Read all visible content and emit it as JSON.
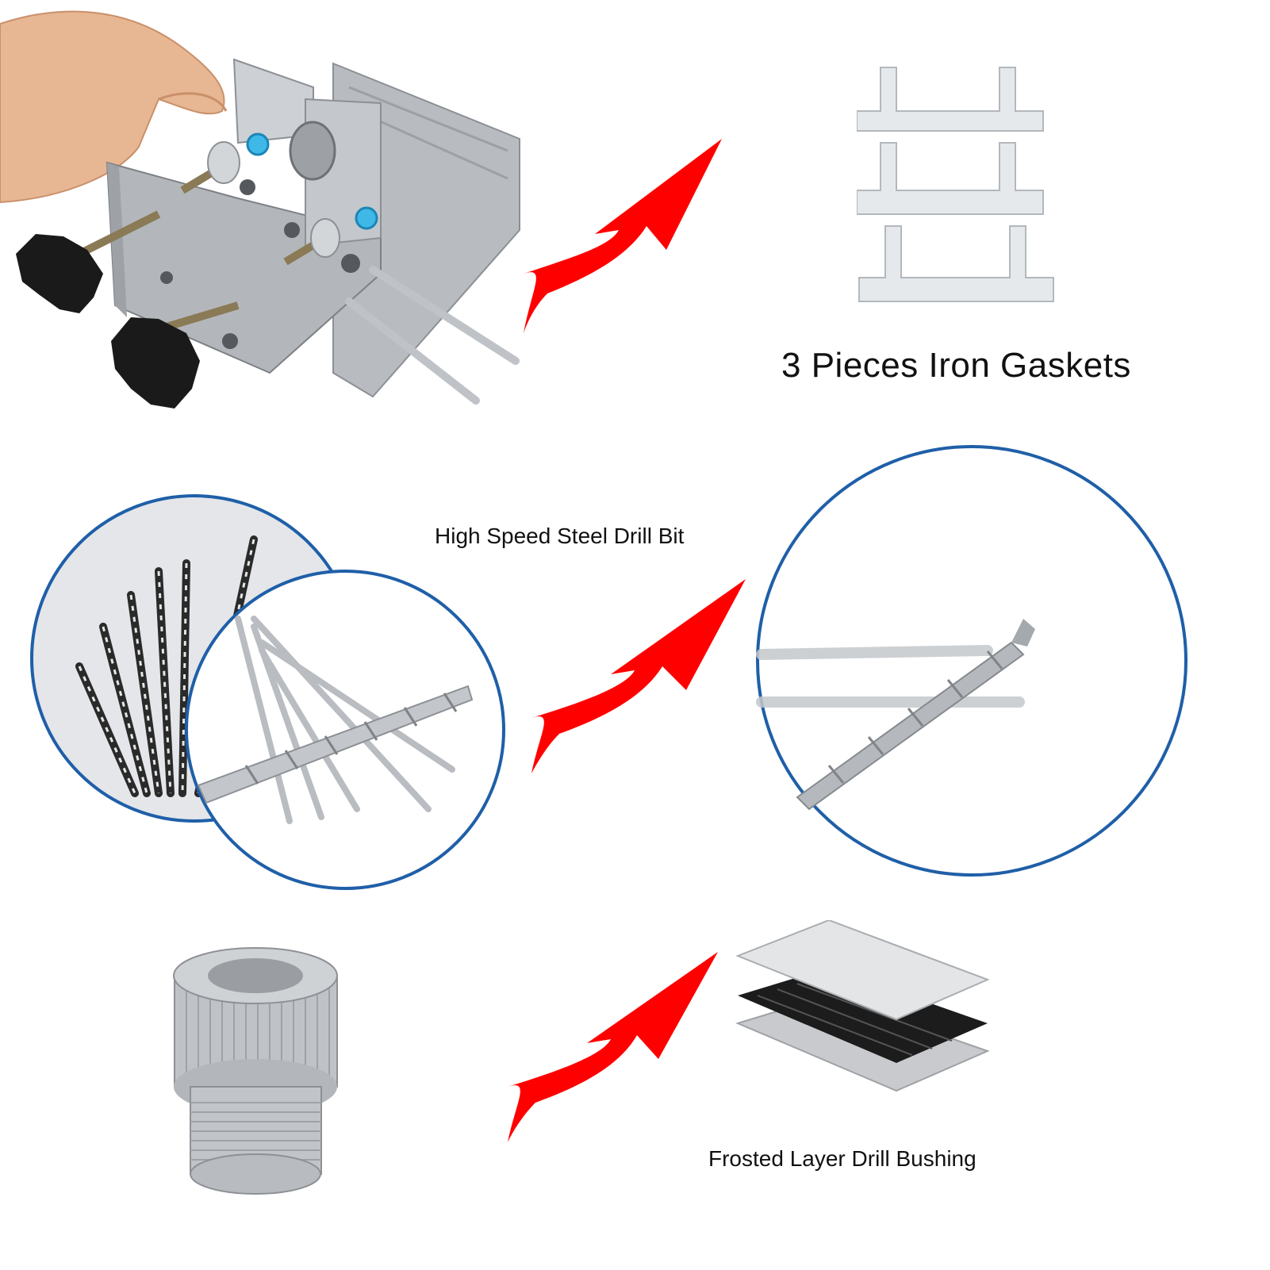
{
  "captions": {
    "gaskets": "3 Pieces Iron Gaskets",
    "drill_bit": "High Speed Steel Drill Bit",
    "bushing": "Frosted Layer Drill Bushing"
  },
  "colors": {
    "arrow": "#ff0000",
    "circle_border": "#1f5fa8",
    "metal": "#c6c9cd",
    "knob": "#1a1a1a",
    "accent_blue": "#3fb8e8"
  },
  "icons": [
    "doweling-jig",
    "gasket",
    "drill-bit",
    "drill-bushing",
    "curved-arrow"
  ]
}
